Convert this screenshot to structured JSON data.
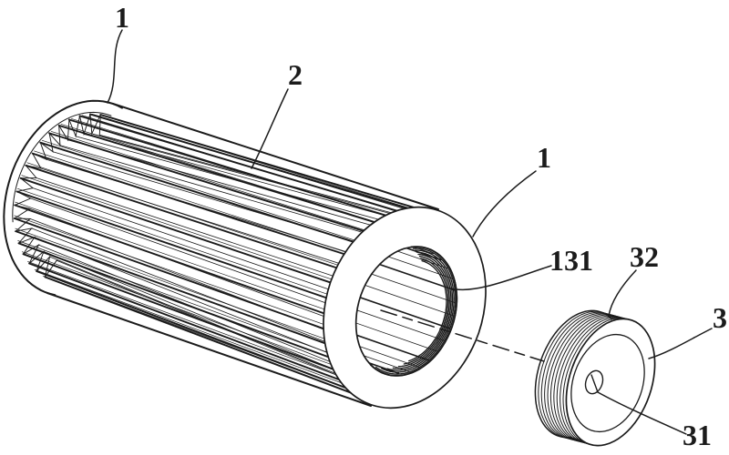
{
  "figure": {
    "kind": "patent-line-drawing",
    "subject": "pleated cylindrical filter cartridge with separate threaded end cap",
    "background_color": "#ffffff",
    "ink_color": "#1b1b1b",
    "labels": {
      "far_end_cap": "1",
      "filter_body": "2",
      "near_end_cap": "1",
      "inner_thread": "131",
      "cap_outer_thread": "32",
      "end_cap": "3",
      "center_hole": "31"
    }
  }
}
